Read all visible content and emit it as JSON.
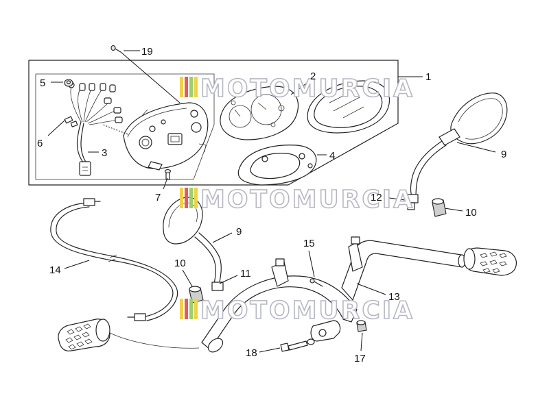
{
  "watermark": {
    "text": "MOTOMURCIA"
  },
  "labels": {
    "l1": "1",
    "l2": "2",
    "l3": "3",
    "l4": "4",
    "l5": "5",
    "l6": "6",
    "l7": "7",
    "l9a": "9",
    "l9b": "9",
    "l10a": "10",
    "l10b": "10",
    "l11": "11",
    "l12": "12",
    "l13": "13",
    "l14": "14",
    "l15": "15",
    "l17": "17",
    "l18": "18",
    "l19": "19"
  }
}
